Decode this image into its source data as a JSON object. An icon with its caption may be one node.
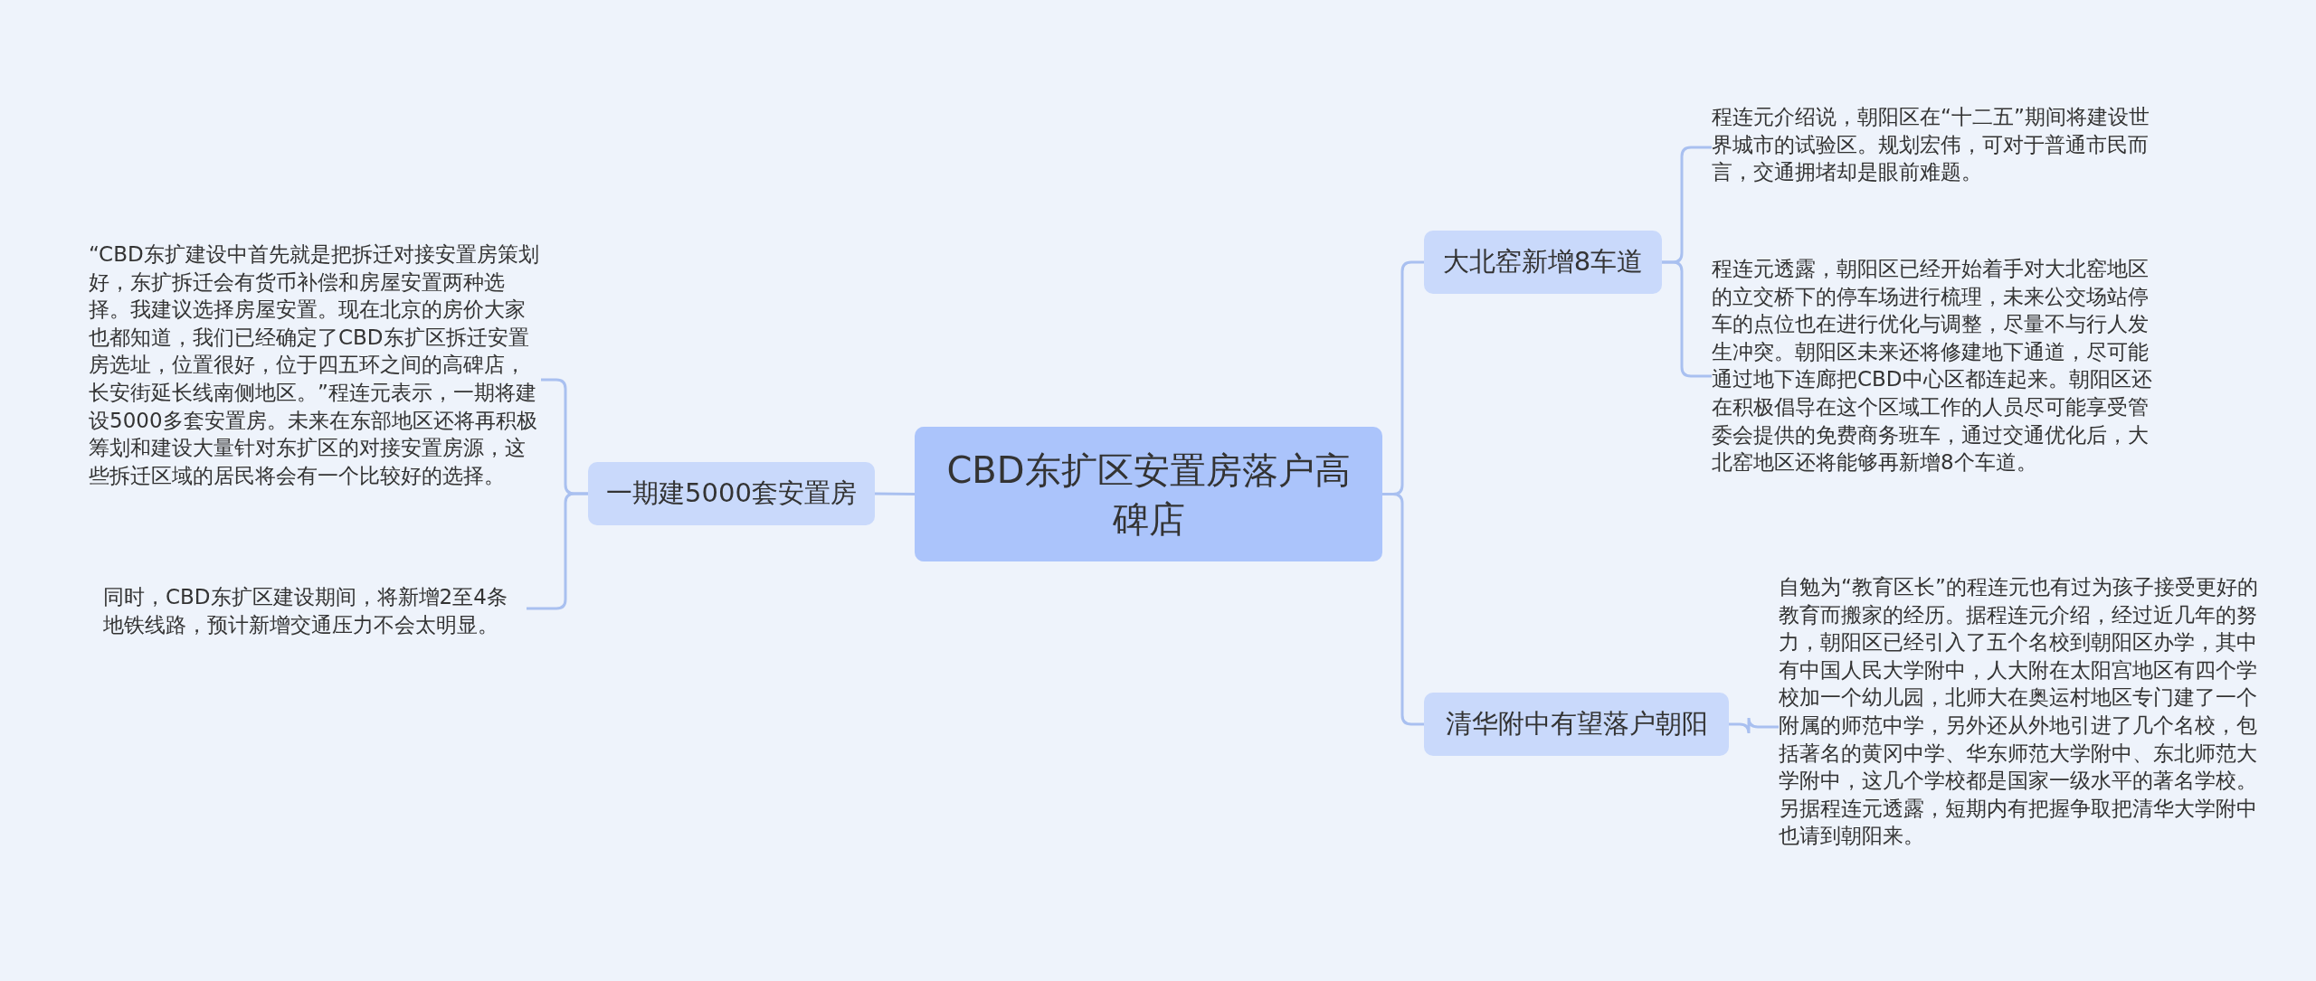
{
  "diagram": {
    "nodes": [
      {
        "text": [
          "CBD东扩区安置房落户高碑店"
        ]
      },
      {
        "text": [
          "一期建5000套安置房"
        ]
      },
      {
        "text": [
          "“CBD东扩建设中首先就是把拆迁对接安置房策划好，东扩拆迁会有货币补偿和房屋安置两种选择。我建议选择房屋安置。现在北京的房价大家也都知道，我们已经确定了CBD东扩区拆迁安置房选址，位置很好，位于四五环之间的高碑店，长安街延长线南侧地区。”程连元表示，一期将建设5000多套安置房。未来在东部地区还将再积极筹划和建设大量针对东扩区的对接安置房源，这些拆迁区域的居民将会有一个比较好的选择。"
        ]
      },
      {
        "text": [
          "同时，CBD东扩区建设期间，将新增2至4条地铁线路，预计新增交通压力不会太明显。"
        ]
      },
      {
        "text": [
          "大北窑新增8车道"
        ]
      },
      {
        "text": [
          "程连元介绍说，朝阳区在“十二五”期间将建设世界城市的试验区。规划宏伟，可对于普通市民而言，交通拥堵却是眼前难题。"
        ]
      },
      {
        "text": [
          "程连元透露，朝阳区已经开始着手对大北窑地区的立交桥下的停车场进行梳理，未来公交场站停车的点位也在进行优化与调整，尽量不与行人发生冲突。朝阳区未来还将修建地下通道，尽可能通过地下连廊把CBD中心区都连起来。朝阳区还在积极倡导在这个区域工作的人员尽可能享受管委会提供的免费商务班车，通过交通优化后，大北窑地区还将能够再新增8个车道。"
        ]
      },
      {
        "text": [
          "清华附中有望落户朝阳"
        ]
      },
      {
        "text": [
          "自勉为“教育区长”的程连元也有过为孩子接受更好的教育而搬家的经历。据程连元介绍，经过近几年的努力，朝阳区已经引入了五个名校到朝阳区办学，其中有中国人民大学附中，人大附在太阳宫地区有四个学校加一个幼儿园，北师大在奥运村地区专门建了一个附属的师范中学，另外还从外地引进了几个名校，包括著名的黄冈中学、华东师范大学附中、东北师范大学附中，这几个学校都是国家一级水平的著名学校。另据程连元透露，短期内有把握争取把清华大学附中也请到朝阳来。"
        ]
      }
    ],
    "edges": [
      {
        "from": 0,
        "to": 1,
        "arrow": "none"
      },
      {
        "from": 1,
        "to": 2,
        "arrow": "none"
      },
      {
        "from": 1,
        "to": 3,
        "arrow": "none"
      },
      {
        "from": 0,
        "to": 4,
        "arrow": "none"
      },
      {
        "from": 4,
        "to": 5,
        "arrow": "none"
      },
      {
        "from": 4,
        "to": 6,
        "arrow": "none"
      },
      {
        "from": 0,
        "to": 7,
        "arrow": "none"
      },
      {
        "from": 7,
        "to": 8,
        "arrow": "none"
      }
    ]
  }
}
